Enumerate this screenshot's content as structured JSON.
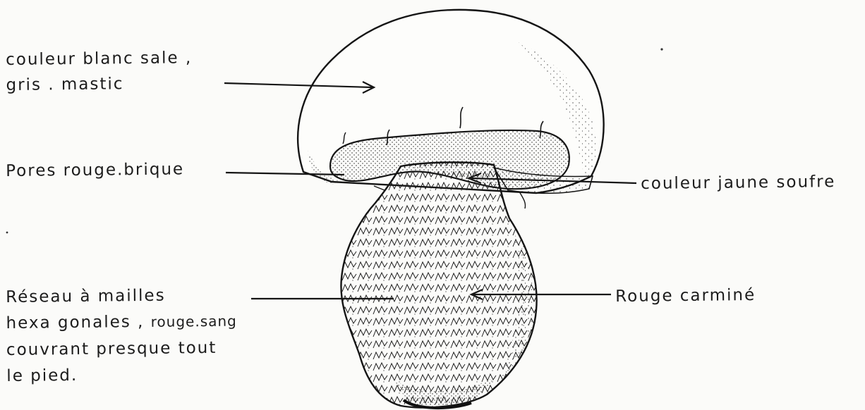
{
  "labels": {
    "cap": {
      "line1": "couleur blanc sale ,",
      "line2": "gris . mastic"
    },
    "pores": "Pores rouge.brique",
    "flesh": "couleur jaune soufre",
    "network": {
      "line1": "Réseau à mailles",
      "line2a": "hexa gonales ,",
      "line2b": "rouge.sang",
      "line3": "couvrant presque tout",
      "line4": "le pied."
    },
    "stipe": "Rouge carminé"
  },
  "colors": {
    "ink": "#1c1c1c",
    "paper": "#fbfbf9"
  }
}
